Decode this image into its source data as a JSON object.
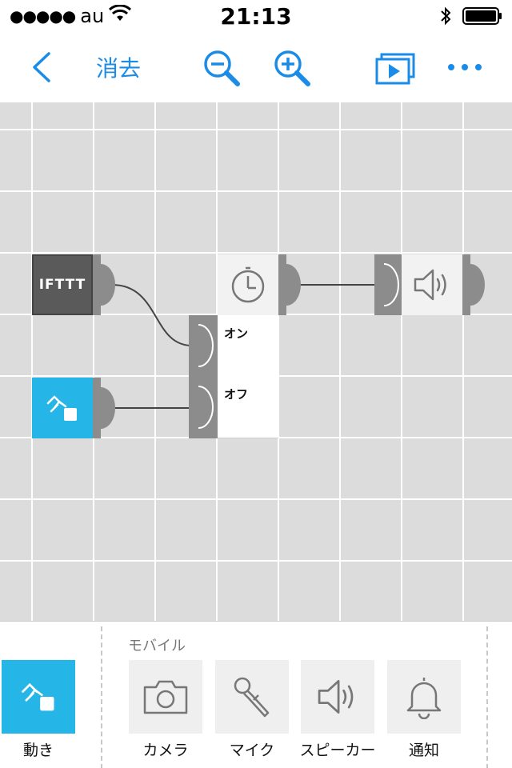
{
  "status_bar": {
    "signal": "●●●●●",
    "carrier": "au",
    "time": "21:13"
  },
  "nav": {
    "clear_label": "消去"
  },
  "colors": {
    "accent": "#1a8ce8",
    "motion_blue": "#25b5e6",
    "grid_bg": "#dcdcdc",
    "connector_gray": "#8c8c8c"
  },
  "canvas": {
    "blocks": {
      "ifttt": {
        "label": "IFTTT",
        "icon": "ifttt-logo"
      },
      "motion": {
        "icon": "motion-icon"
      },
      "timer": {
        "icon": "timer-icon",
        "on_label": "オン",
        "off_label": "オフ"
      },
      "speaker": {
        "icon": "speaker-icon"
      }
    }
  },
  "palette": {
    "motion_label": "動き",
    "category": "モバイル",
    "items": [
      {
        "label": "カメラ",
        "icon": "camera-icon"
      },
      {
        "label": "マイク",
        "icon": "microphone-icon"
      },
      {
        "label": "スピーカー",
        "icon": "speaker-icon"
      },
      {
        "label": "通知",
        "icon": "bell-icon"
      }
    ]
  }
}
